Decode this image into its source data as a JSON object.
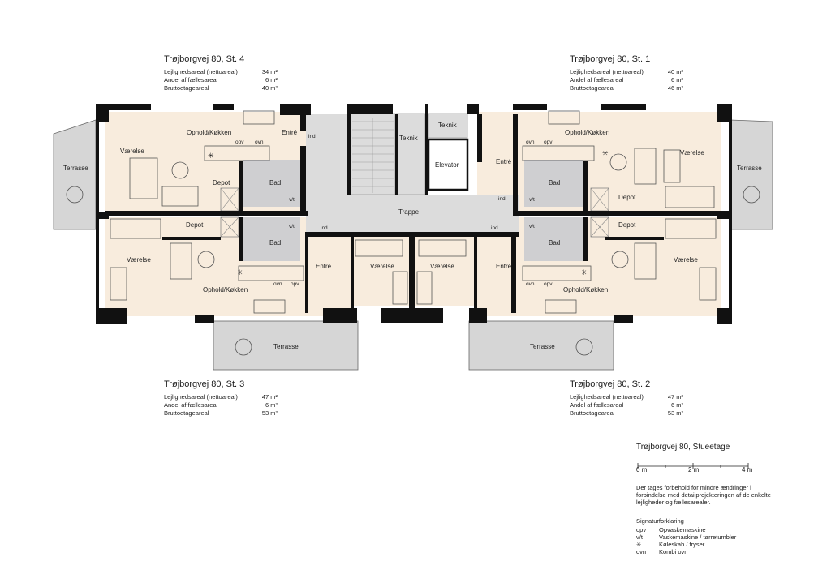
{
  "apartments": [
    {
      "title": "Trøjborgvej 80, St. 4",
      "rows": [
        {
          "label": "Lejlighedsareal (nettoareal)",
          "value": "34 m²"
        },
        {
          "label": "Andel af fællesareal",
          "value": "6 m²"
        },
        {
          "label": "Bruttoetageareal",
          "value": "40 m²"
        }
      ]
    },
    {
      "title": "Trøjborgvej 80, St. 1",
      "rows": [
        {
          "label": "Lejlighedsareal (nettoareal)",
          "value": "40 m²"
        },
        {
          "label": "Andel af fællesareal",
          "value": "6 m²"
        },
        {
          "label": "Bruttoetageareal",
          "value": "46 m²"
        }
      ]
    },
    {
      "title": "Trøjborgvej 80, St. 3",
      "rows": [
        {
          "label": "Lejlighedsareal (nettoareal)",
          "value": "47 m²"
        },
        {
          "label": "Andel af fællesareal",
          "value": "6 m²"
        },
        {
          "label": "Bruttoetageareal",
          "value": "53 m²"
        }
      ]
    },
    {
      "title": "Trøjborgvej 80, St. 2",
      "rows": [
        {
          "label": "Lejlighedsareal (nettoareal)",
          "value": "47 m²"
        },
        {
          "label": "Andel af fællesareal",
          "value": "6 m²"
        },
        {
          "label": "Bruttoetageareal",
          "value": "53 m²"
        }
      ]
    }
  ],
  "plan": {
    "title": "Trøjborgvej 80, Stueetage",
    "scale": [
      "0 m",
      "2 m",
      "4 m"
    ],
    "disclaimer": "Der tages forbehold for mindre ændringer i forbindelse med detailprojekteringen af de enkelte lejligheder og fællesarealer.",
    "legend_title": "Signaturforklaring",
    "legend": [
      {
        "key": "opv",
        "text": "Opvaskemaskine"
      },
      {
        "key": "v/t",
        "text": "Vaskemaskine / tørretumbler"
      },
      {
        "key": "✳",
        "text": "Køleskab / fryser"
      },
      {
        "key": "ovn",
        "text": "Kombi ovn"
      }
    ]
  },
  "rooms": {
    "terrasse": "Terrasse",
    "vaerelse": "Værelse",
    "ophold": "Ophold/Køkken",
    "entre": "Entré",
    "depot": "Depot",
    "bad": "Bad",
    "trappe": "Trappe",
    "teknik": "Teknik",
    "elevator": "Elevator",
    "ind": "ind",
    "opv": "opv",
    "ovn": "ovn",
    "vt": "v/t",
    "fridge": "✳"
  },
  "colors": {
    "apartment_floor": "#f8ecdd",
    "bath_floor": "#cfcfd1",
    "stair_floor": "#dcdcdc",
    "terrace_floor": "#d6d6d6",
    "wall": "#111111"
  }
}
